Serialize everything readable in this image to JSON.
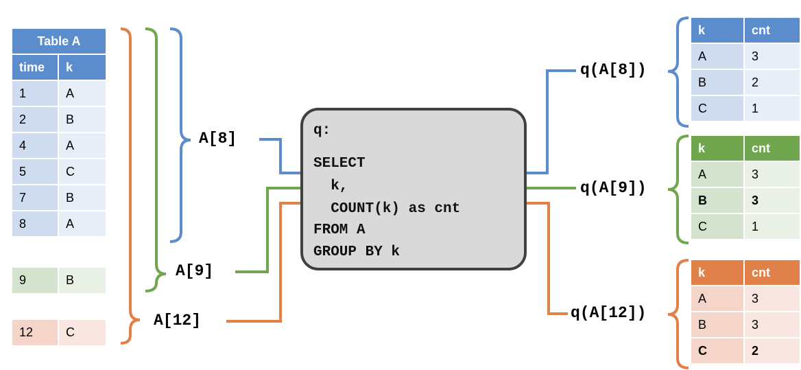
{
  "colors": {
    "blue": "#5b8ccc",
    "green": "#70a64d",
    "orange": "#e0814a",
    "box_fill": "#d9d9d9",
    "box_border": "#404040"
  },
  "table_a": {
    "caption": "Table A",
    "headers": [
      "time",
      "k"
    ],
    "rows": [
      [
        "1",
        "A"
      ],
      [
        "2",
        "B"
      ],
      [
        "4",
        "A"
      ],
      [
        "5",
        "C"
      ],
      [
        "7",
        "B"
      ],
      [
        "8",
        "A"
      ]
    ],
    "row_9": [
      "9",
      "B"
    ],
    "row_12": [
      "12",
      "C"
    ]
  },
  "stream_labels": {
    "a8": "A[8]",
    "a9": "A[9]",
    "a12": "A[12]"
  },
  "query": {
    "name": "q:",
    "lines": [
      "SELECT",
      "  k,",
      "  COUNT(k) as cnt",
      "FROM A",
      "GROUP BY k"
    ]
  },
  "results": [
    {
      "label": "q(A[8])",
      "headers": [
        "k",
        "cnt"
      ],
      "rows": [
        [
          "A",
          "3"
        ],
        [
          "B",
          "2"
        ],
        [
          "C",
          "1"
        ]
      ],
      "bold_row": -1
    },
    {
      "label": "q(A[9])",
      "headers": [
        "k",
        "cnt"
      ],
      "rows": [
        [
          "A",
          "3"
        ],
        [
          "B",
          "3"
        ],
        [
          "C",
          "1"
        ]
      ],
      "bold_row": 1
    },
    {
      "label": "q(A[12])",
      "headers": [
        "k",
        "cnt"
      ],
      "rows": [
        [
          "A",
          "3"
        ],
        [
          "B",
          "3"
        ],
        [
          "C",
          "2"
        ]
      ],
      "bold_row": 2
    }
  ]
}
